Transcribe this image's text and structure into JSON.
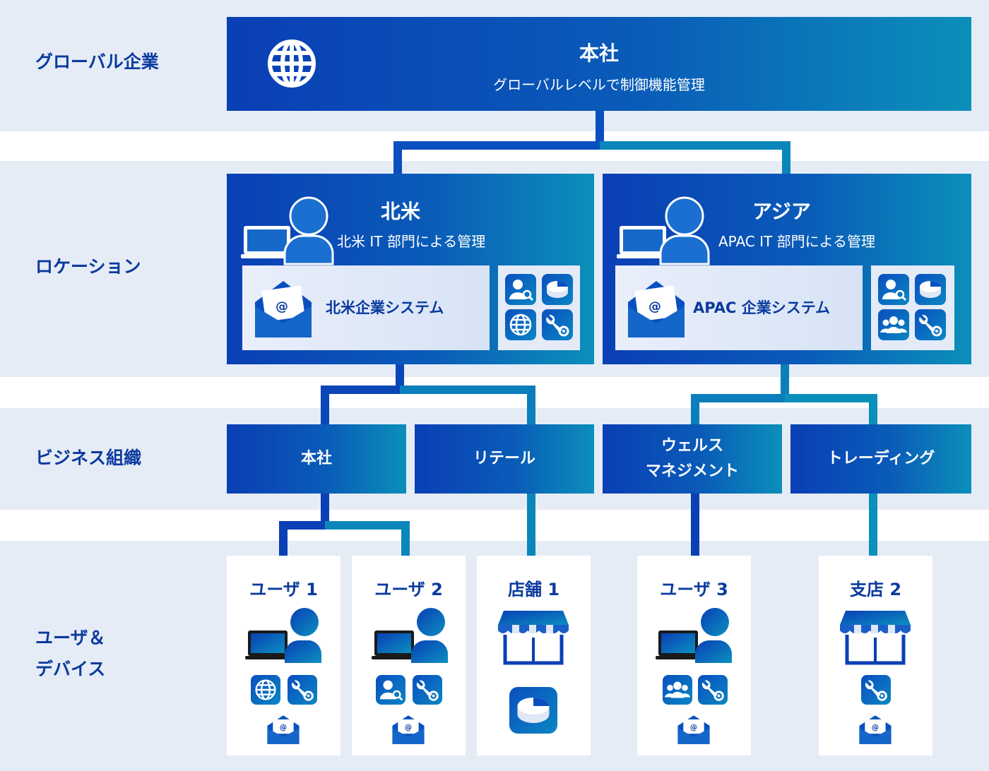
{
  "tiers": {
    "global": "グローバル企業",
    "location": "ロケーション",
    "business": "ビジネス組織",
    "users": "ユーザ＆\nデバイス"
  },
  "hq": {
    "title": "本社",
    "subtitle": "グローバルレベルで制御機能管理"
  },
  "locations": [
    {
      "title": "北米",
      "subtitle": "北米 IT 部門による管理",
      "system": "北米企業システム"
    },
    {
      "title": "アジア",
      "subtitle": "APAC  IT 部門による管理",
      "system": "APAC 企業システム"
    }
  ],
  "business_units": [
    "本社",
    "リテール",
    "ウェルス\nマネジメント",
    "トレーディング"
  ],
  "endpoints": [
    "ユーザ 1",
    "ユーザ 2",
    "店舗 1",
    "ユーザ 3",
    "支店 2"
  ],
  "colors": {
    "primary": "#0a3fb5",
    "teal": "#0b8fba",
    "band": "#e6ecf6",
    "text": "#0a3a9e"
  }
}
